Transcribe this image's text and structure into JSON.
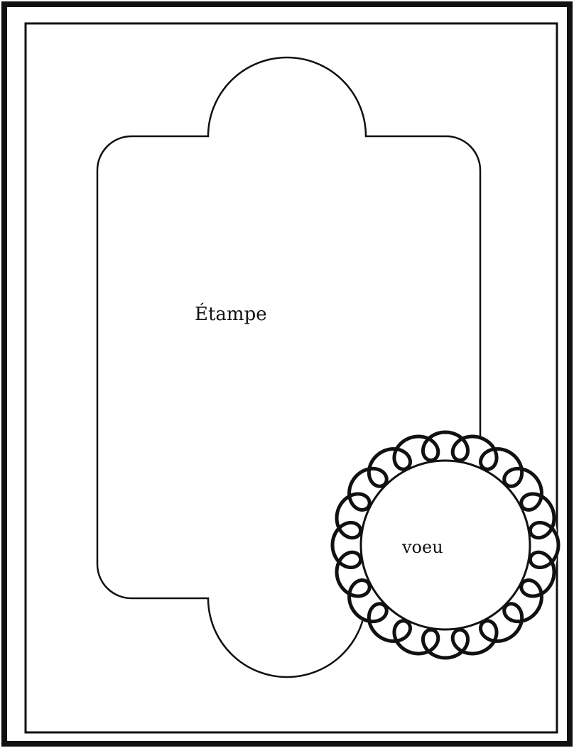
{
  "colors": {
    "background": "#ffffff",
    "stroke": "#111111"
  },
  "labels": {
    "stamp": "Étampe",
    "wish": "voeu"
  },
  "icons": {
    "scalloped_frame": "loop-scallop-circle"
  }
}
